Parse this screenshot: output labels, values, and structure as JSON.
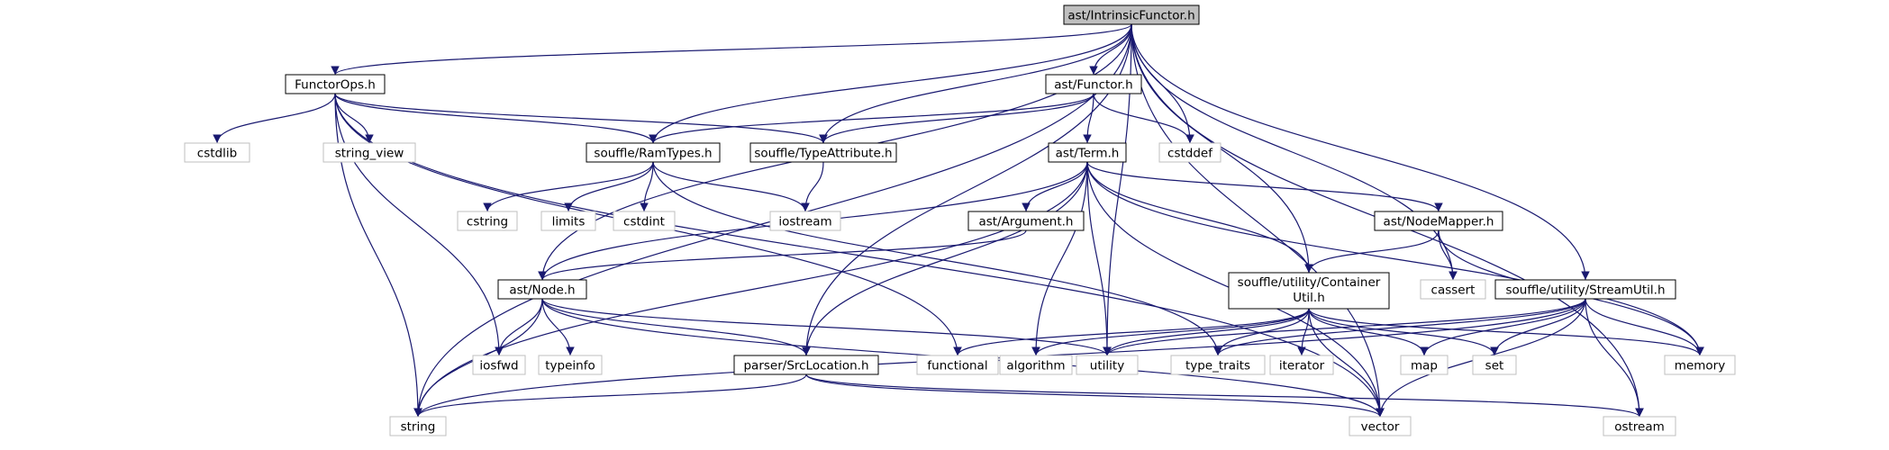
{
  "colors": {
    "edge": "#191970",
    "box_dark": "#000000",
    "box_light": "#bfbfbf",
    "root_fill": "#bfbfbf",
    "text_dark": "#000000",
    "text_light": "#000000"
  },
  "nodes": [
    {
      "id": "root",
      "label": "ast/IntrinsicFunctor.h",
      "style": "root"
    },
    {
      "id": "functorops",
      "label": "FunctorOps.h",
      "style": "dark"
    },
    {
      "id": "functor",
      "label": "ast/Functor.h",
      "style": "dark"
    },
    {
      "id": "ramtypes",
      "label": "souffle/RamTypes.h",
      "style": "dark"
    },
    {
      "id": "typeattr",
      "label": "souffle/TypeAttribute.h",
      "style": "dark"
    },
    {
      "id": "term",
      "label": "ast/Term.h",
      "style": "dark"
    },
    {
      "id": "argument",
      "label": "ast/Argument.h",
      "style": "dark"
    },
    {
      "id": "nodemapper",
      "label": "ast/NodeMapper.h",
      "style": "dark"
    },
    {
      "id": "containerutil",
      "label": "souffle/utility/Container",
      "label2": "Util.h",
      "style": "dark"
    },
    {
      "id": "streamutil",
      "label": "souffle/utility/StreamUtil.h",
      "style": "dark"
    },
    {
      "id": "node",
      "label": "ast/Node.h",
      "style": "dark"
    },
    {
      "id": "srcloc",
      "label": "parser/SrcLocation.h",
      "style": "dark"
    },
    {
      "id": "string_view",
      "label": "string_view",
      "style": "light"
    },
    {
      "id": "cstdlib",
      "label": "cstdlib",
      "style": "light"
    },
    {
      "id": "cstddef",
      "label": "cstddef",
      "style": "light"
    },
    {
      "id": "iostream",
      "label": "iostream",
      "style": "light"
    },
    {
      "id": "cstring",
      "label": "cstring",
      "style": "light"
    },
    {
      "id": "limits",
      "label": "limits",
      "style": "light"
    },
    {
      "id": "cstdint",
      "label": "cstdint",
      "style": "light"
    },
    {
      "id": "cassert",
      "label": "cassert",
      "style": "light"
    },
    {
      "id": "iosfwd",
      "label": "iosfwd",
      "style": "light"
    },
    {
      "id": "typeinfo",
      "label": "typeinfo",
      "style": "light"
    },
    {
      "id": "functional",
      "label": "functional",
      "style": "light"
    },
    {
      "id": "algorithm",
      "label": "algorithm",
      "style": "light"
    },
    {
      "id": "utility",
      "label": "utility",
      "style": "light"
    },
    {
      "id": "type_traits",
      "label": "type_traits",
      "style": "light"
    },
    {
      "id": "iterator",
      "label": "iterator",
      "style": "light"
    },
    {
      "id": "map",
      "label": "map",
      "style": "light"
    },
    {
      "id": "set",
      "label": "set",
      "style": "light"
    },
    {
      "id": "memory",
      "label": "memory",
      "style": "light"
    },
    {
      "id": "string",
      "label": "string",
      "style": "light"
    },
    {
      "id": "vector",
      "label": "vector",
      "style": "light"
    },
    {
      "id": "ostream",
      "label": "ostream",
      "style": "light"
    }
  ],
  "edges": [
    [
      "root",
      "functorops"
    ],
    [
      "root",
      "functor"
    ],
    [
      "root",
      "ramtypes"
    ],
    [
      "root",
      "typeattr"
    ],
    [
      "root",
      "cstddef"
    ],
    [
      "root",
      "node"
    ],
    [
      "root",
      "srcloc"
    ],
    [
      "root",
      "utility"
    ],
    [
      "root",
      "containerutil"
    ],
    [
      "root",
      "cassert"
    ],
    [
      "root",
      "streamutil"
    ],
    [
      "root",
      "vector"
    ],
    [
      "root",
      "ostream"
    ],
    [
      "root",
      "string"
    ],
    [
      "functorops",
      "string_view"
    ],
    [
      "functorops",
      "cstdlib"
    ],
    [
      "functorops",
      "ramtypes"
    ],
    [
      "functorops",
      "typeattr"
    ],
    [
      "functorops",
      "iosfwd"
    ],
    [
      "functorops",
      "string"
    ],
    [
      "functorops",
      "vector"
    ],
    [
      "functorops",
      "functional"
    ],
    [
      "functor",
      "ramtypes"
    ],
    [
      "functor",
      "typeattr"
    ],
    [
      "functor",
      "cstddef"
    ],
    [
      "functor",
      "term"
    ],
    [
      "ramtypes",
      "cstring"
    ],
    [
      "ramtypes",
      "limits"
    ],
    [
      "ramtypes",
      "cstdint"
    ],
    [
      "ramtypes",
      "iostream"
    ],
    [
      "ramtypes",
      "type_traits"
    ],
    [
      "typeattr",
      "iostream"
    ],
    [
      "term",
      "argument"
    ],
    [
      "term",
      "node"
    ],
    [
      "term",
      "nodemapper"
    ],
    [
      "term",
      "containerutil"
    ],
    [
      "term",
      "srcloc"
    ],
    [
      "term",
      "algorithm"
    ],
    [
      "term",
      "utility"
    ],
    [
      "term",
      "memory"
    ],
    [
      "term",
      "string"
    ],
    [
      "term",
      "vector"
    ],
    [
      "argument",
      "node"
    ],
    [
      "nodemapper",
      "cassert"
    ],
    [
      "nodemapper",
      "containerutil"
    ],
    [
      "nodemapper",
      "memory"
    ],
    [
      "containerutil",
      "functional"
    ],
    [
      "containerutil",
      "algorithm"
    ],
    [
      "containerutil",
      "utility"
    ],
    [
      "containerutil",
      "type_traits"
    ],
    [
      "containerutil",
      "iterator"
    ],
    [
      "containerutil",
      "map"
    ],
    [
      "containerutil",
      "set"
    ],
    [
      "containerutil",
      "memory"
    ],
    [
      "containerutil",
      "vector"
    ],
    [
      "streamutil",
      "utility"
    ],
    [
      "streamutil",
      "type_traits"
    ],
    [
      "streamutil",
      "map"
    ],
    [
      "streamutil",
      "set"
    ],
    [
      "streamutil",
      "memory"
    ],
    [
      "streamutil",
      "string"
    ],
    [
      "streamutil",
      "vector"
    ],
    [
      "streamutil",
      "ostream"
    ],
    [
      "node",
      "iosfwd"
    ],
    [
      "node",
      "typeinfo"
    ],
    [
      "node",
      "srcloc"
    ],
    [
      "node",
      "utility"
    ],
    [
      "node",
      "string"
    ],
    [
      "node",
      "vector"
    ],
    [
      "srcloc",
      "string"
    ],
    [
      "srcloc",
      "vector"
    ],
    [
      "srcloc",
      "ostream"
    ]
  ]
}
